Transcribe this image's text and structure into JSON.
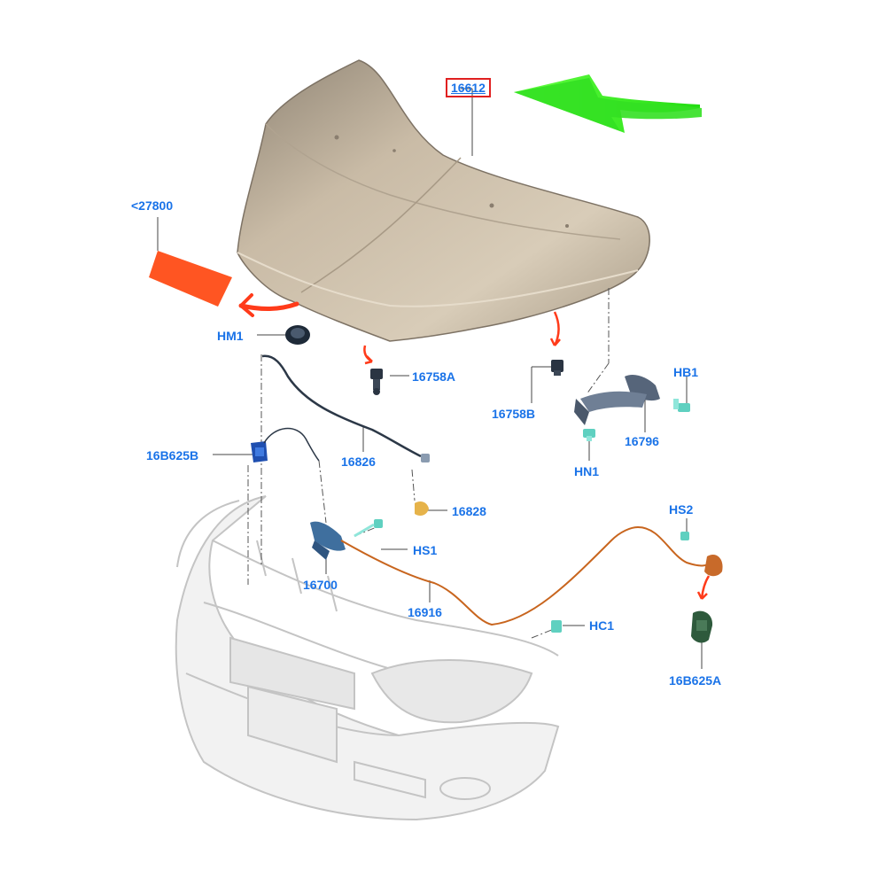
{
  "colors": {
    "label": "#1a73e8",
    "hood": "#c9bba6",
    "highlight_box": "#e02020",
    "green_arrow": "#22dd11",
    "red_arrow": "#ff3b1a",
    "orange_pad": "#ff5522",
    "cable": "#c8651e",
    "bumper": "#d8d8d8"
  },
  "labels": {
    "hood": "16612",
    "insulator_ref": "<27800",
    "hm1": "HM1",
    "bumper_a": "16758A",
    "bumper_b": "16758B",
    "hb1": "HB1",
    "hinge": "16796",
    "hn1": "HN1",
    "latch_bracket": "16B625B",
    "cable_lower": "16826",
    "clip": "16828",
    "hs1": "HS1",
    "latch": "16700",
    "release_cable": "16916",
    "hs2": "HS2",
    "hc1": "HC1",
    "handle": "16B625A"
  }
}
